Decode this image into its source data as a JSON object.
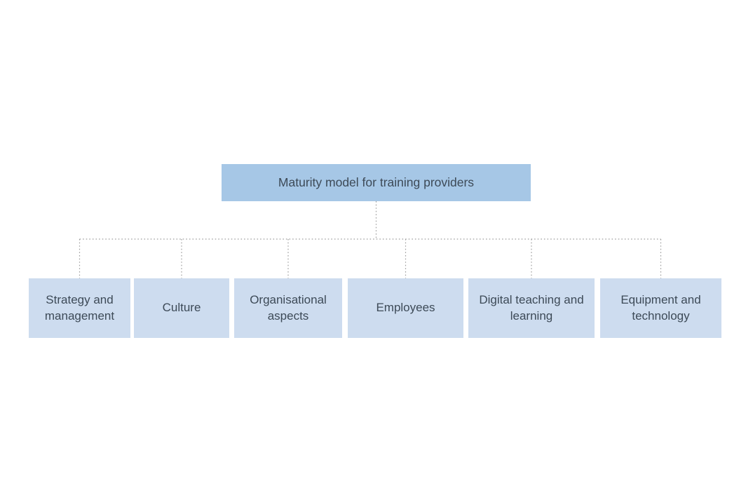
{
  "colors": {
    "root_fill": "#a6c7e6",
    "child_fill": "#cddcef",
    "text": "#3d4a57",
    "connector": "#9e9e9e",
    "background": "#ffffff"
  },
  "chart": {
    "type": "org-tree",
    "root": {
      "label": "Maturity model for training providers"
    },
    "children": [
      {
        "label": "Strategy and management"
      },
      {
        "label": "Culture"
      },
      {
        "label": "Organisational aspects"
      },
      {
        "label": "Employees"
      },
      {
        "label": "Digital teaching and learning"
      },
      {
        "label": "Equipment and technology"
      }
    ]
  }
}
